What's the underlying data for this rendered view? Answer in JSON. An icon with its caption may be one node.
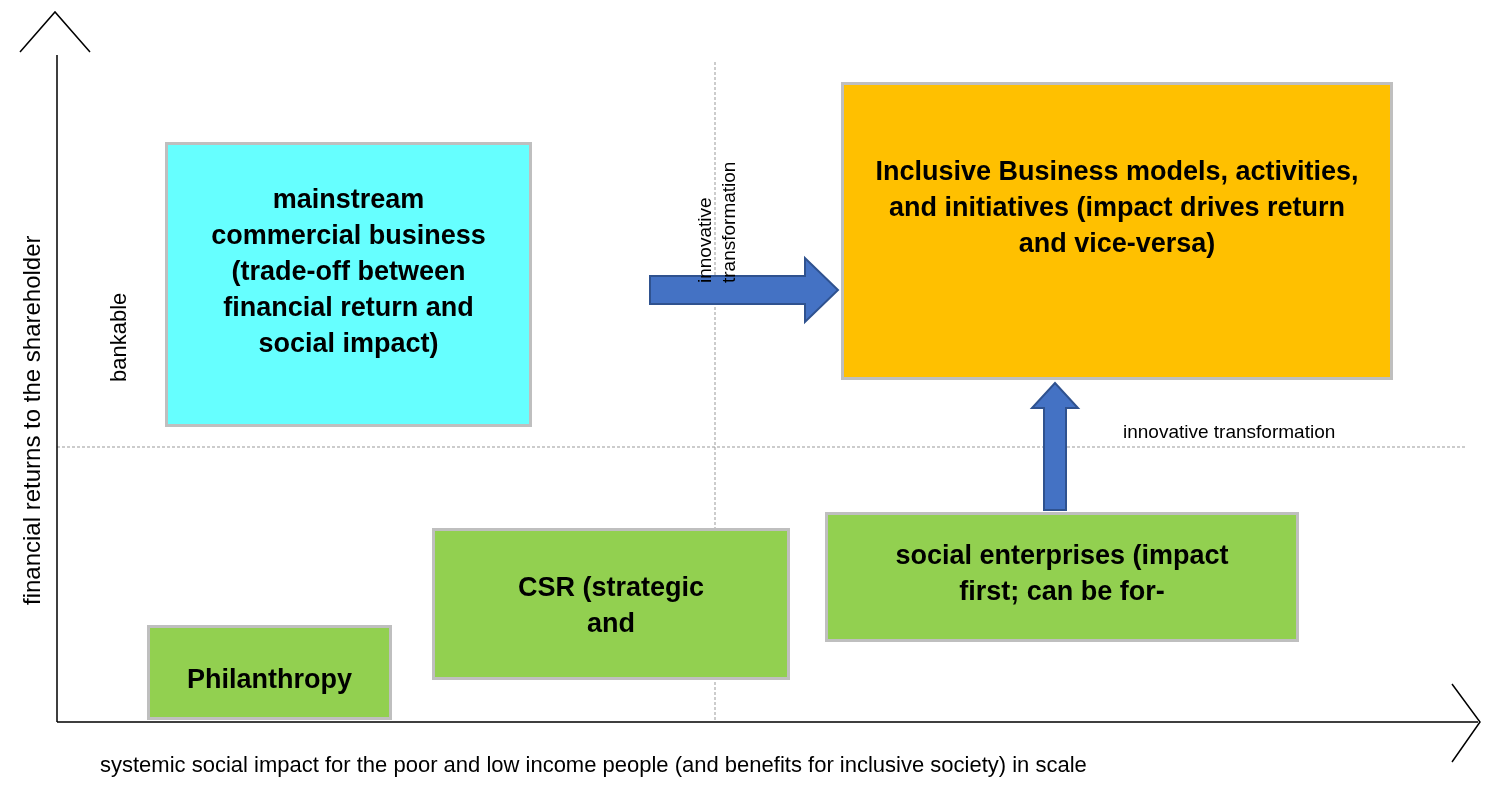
{
  "diagram": {
    "nodes": [
      {
        "text": [
          "mainstream commercial business (trade-off between financial return and social impact)"
        ]
      },
      {
        "text": [
          "Inclusive Business models, activities, and initiatives (impact drives return and vice-versa)"
        ]
      },
      {
        "text": [
          "Philanthropy"
        ]
      },
      {
        "text": [
          "CSR (strategic and"
        ]
      },
      {
        "text": [
          "social enterprises (impact first; can be for-"
        ]
      }
    ],
    "edges": [
      {
        "from": 0,
        "to": 1,
        "arrow": "to"
      },
      {
        "from": 4,
        "to": 1,
        "arrow": "to"
      }
    ],
    "labels": [
      "financial returns  to the shareholder",
      "bankable",
      "innovative transformation",
      "innovative transformation",
      "systemic social impact for the poor and low income people (and benefits for inclusive society) in scale"
    ]
  }
}
